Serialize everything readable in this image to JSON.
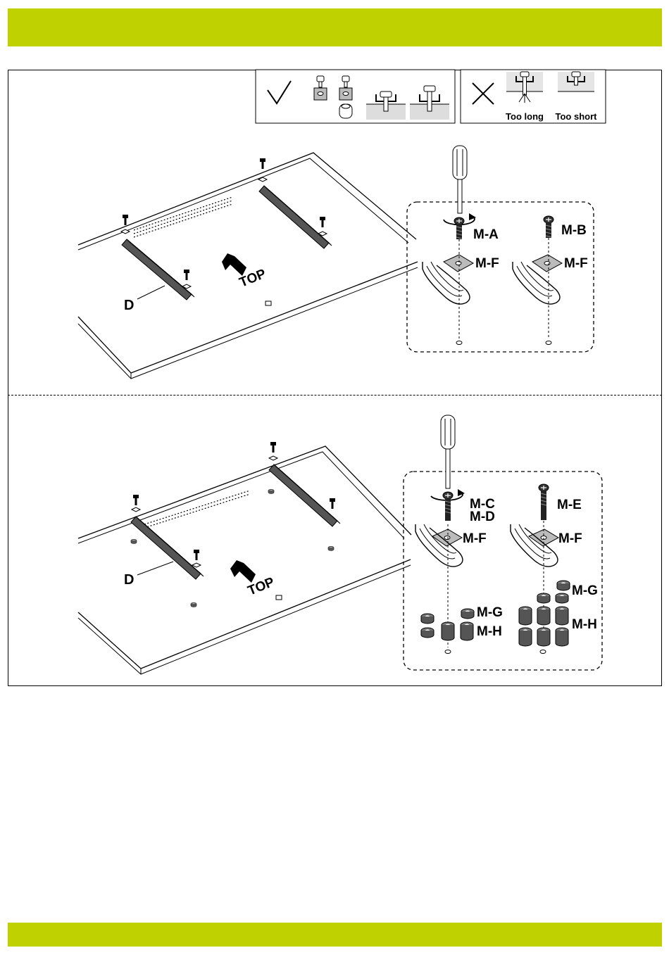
{
  "header": {
    "color": "#bfd200"
  },
  "footer": {
    "color": "#bfd200"
  },
  "legend": {
    "too_long": "Too long",
    "too_short": "Too short"
  },
  "step1": {
    "top_text": "TOP",
    "bracket_label": "D",
    "screw_a": "M-A",
    "screw_b": "M-B",
    "washer_left": "M-F",
    "washer_right": "M-F"
  },
  "step2": {
    "top_text": "TOP",
    "bracket_label": "D",
    "screw_c": "M-C",
    "screw_d": "M-D",
    "screw_e": "M-E",
    "washer_left": "M-F",
    "washer_right": "M-F",
    "spacer_g_left": "M-G",
    "spacer_h_left": "M-H",
    "spacer_g_right": "M-G",
    "spacer_h_right": "M-H"
  }
}
